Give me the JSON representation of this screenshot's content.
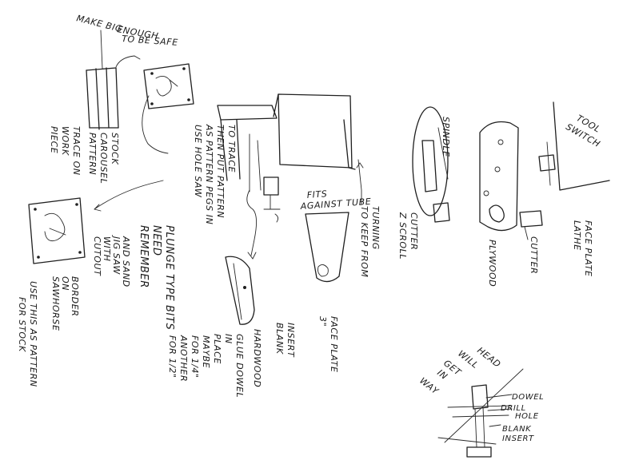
{
  "notes": {
    "make_big": "MAKE BIG",
    "enough": "ENOUGH",
    "to_be_safe": "TO BE SAFE",
    "stock_carousel_pattern": [
      "STOCK",
      "CAROUSEL",
      "PATTERN"
    ],
    "use_hole_saw": [
      "USE HOLE SAW",
      "AS PATTERN PEGS IN",
      "THEN PUT PATTERN",
      "TO TRACE"
    ],
    "trace_on_work_piece": [
      "TRACE ON",
      "WORK",
      "PIECE"
    ],
    "cutout_jig_saw": [
      "CUTOUT",
      "WITH",
      "JIG SAW",
      "AND SAND"
    ],
    "sawhorse_fence": [
      "SAWHORSE",
      "ON",
      "BORDER"
    ],
    "use_this_as_pattern": [
      "USE THIS AS PATTERN",
      "FOR STOCK"
    ],
    "remember_plunge": [
      "REMEMBER",
      "NEED",
      "PLUNGE TYPE BITS"
    ],
    "glue_dowel": [
      "GLUE DOWEL",
      "IN",
      "PLACE"
    ],
    "hardwood": "HARDWOOD",
    "blank_insert": [
      "BLANK",
      "INSERT"
    ],
    "maybe_quarter": [
      "MAYBE",
      "FOR 1/4\"",
      "ANOTHER",
      "FOR 1/2\""
    ],
    "fits_against_tube": [
      "FITS",
      "AGAINST TUBE"
    ],
    "to_keep_from_turning": [
      "TO KEEP FROM",
      "TURNING"
    ],
    "face_plate_3in": [
      "3\"",
      "FACE PLATE"
    ],
    "spindle": "SPINDLE",
    "z_scroll_cutter": [
      "Z SCROLL",
      "CUTTER"
    ],
    "plywood": "PLYWOOD",
    "cutter": "CUTTER",
    "lathe_face_plate": [
      "LATHE",
      "FACE PLATE"
    ],
    "tool_switch": [
      "TOOL",
      "SWITCH"
    ],
    "head_will_get_in_way": [
      "HEAD",
      "WILL",
      "GET",
      "IN",
      "WAY"
    ],
    "dowel": "DOWEL",
    "drill_hole": [
      "DRILL",
      "HOLE"
    ],
    "blank_insert_bottom": [
      "BLANK",
      "INSERT"
    ]
  }
}
